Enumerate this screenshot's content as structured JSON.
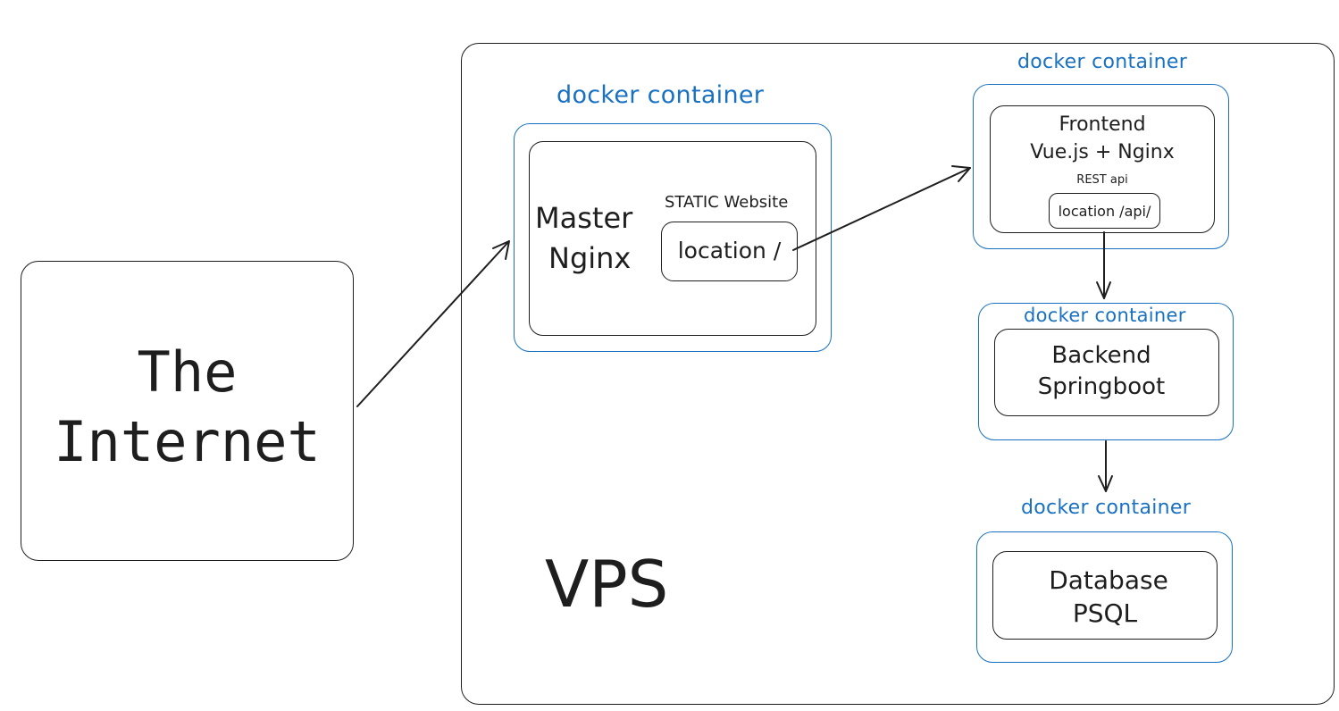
{
  "internet": {
    "line1": "The",
    "line2": "Internet"
  },
  "vps": {
    "label": "VPS"
  },
  "master": {
    "container_label": "docker container",
    "title_line1": "Master",
    "title_line2": "Nginx",
    "static_label": "STATIC Website",
    "location_label": "location /"
  },
  "frontend": {
    "container_label": "docker container",
    "title_line1": "Frontend",
    "title_line2": "Vue.js + Nginx",
    "rest_label": "REST api",
    "location_label": "location /api/"
  },
  "backend": {
    "container_label": "docker container",
    "title_line1": "Backend",
    "title_line2": "Springboot"
  },
  "database": {
    "container_label": "docker container",
    "title_line1": "Database",
    "title_line2": "PSQL"
  },
  "colors": {
    "stroke": "#1e1e1e",
    "docker_blue": "#1971c2"
  }
}
